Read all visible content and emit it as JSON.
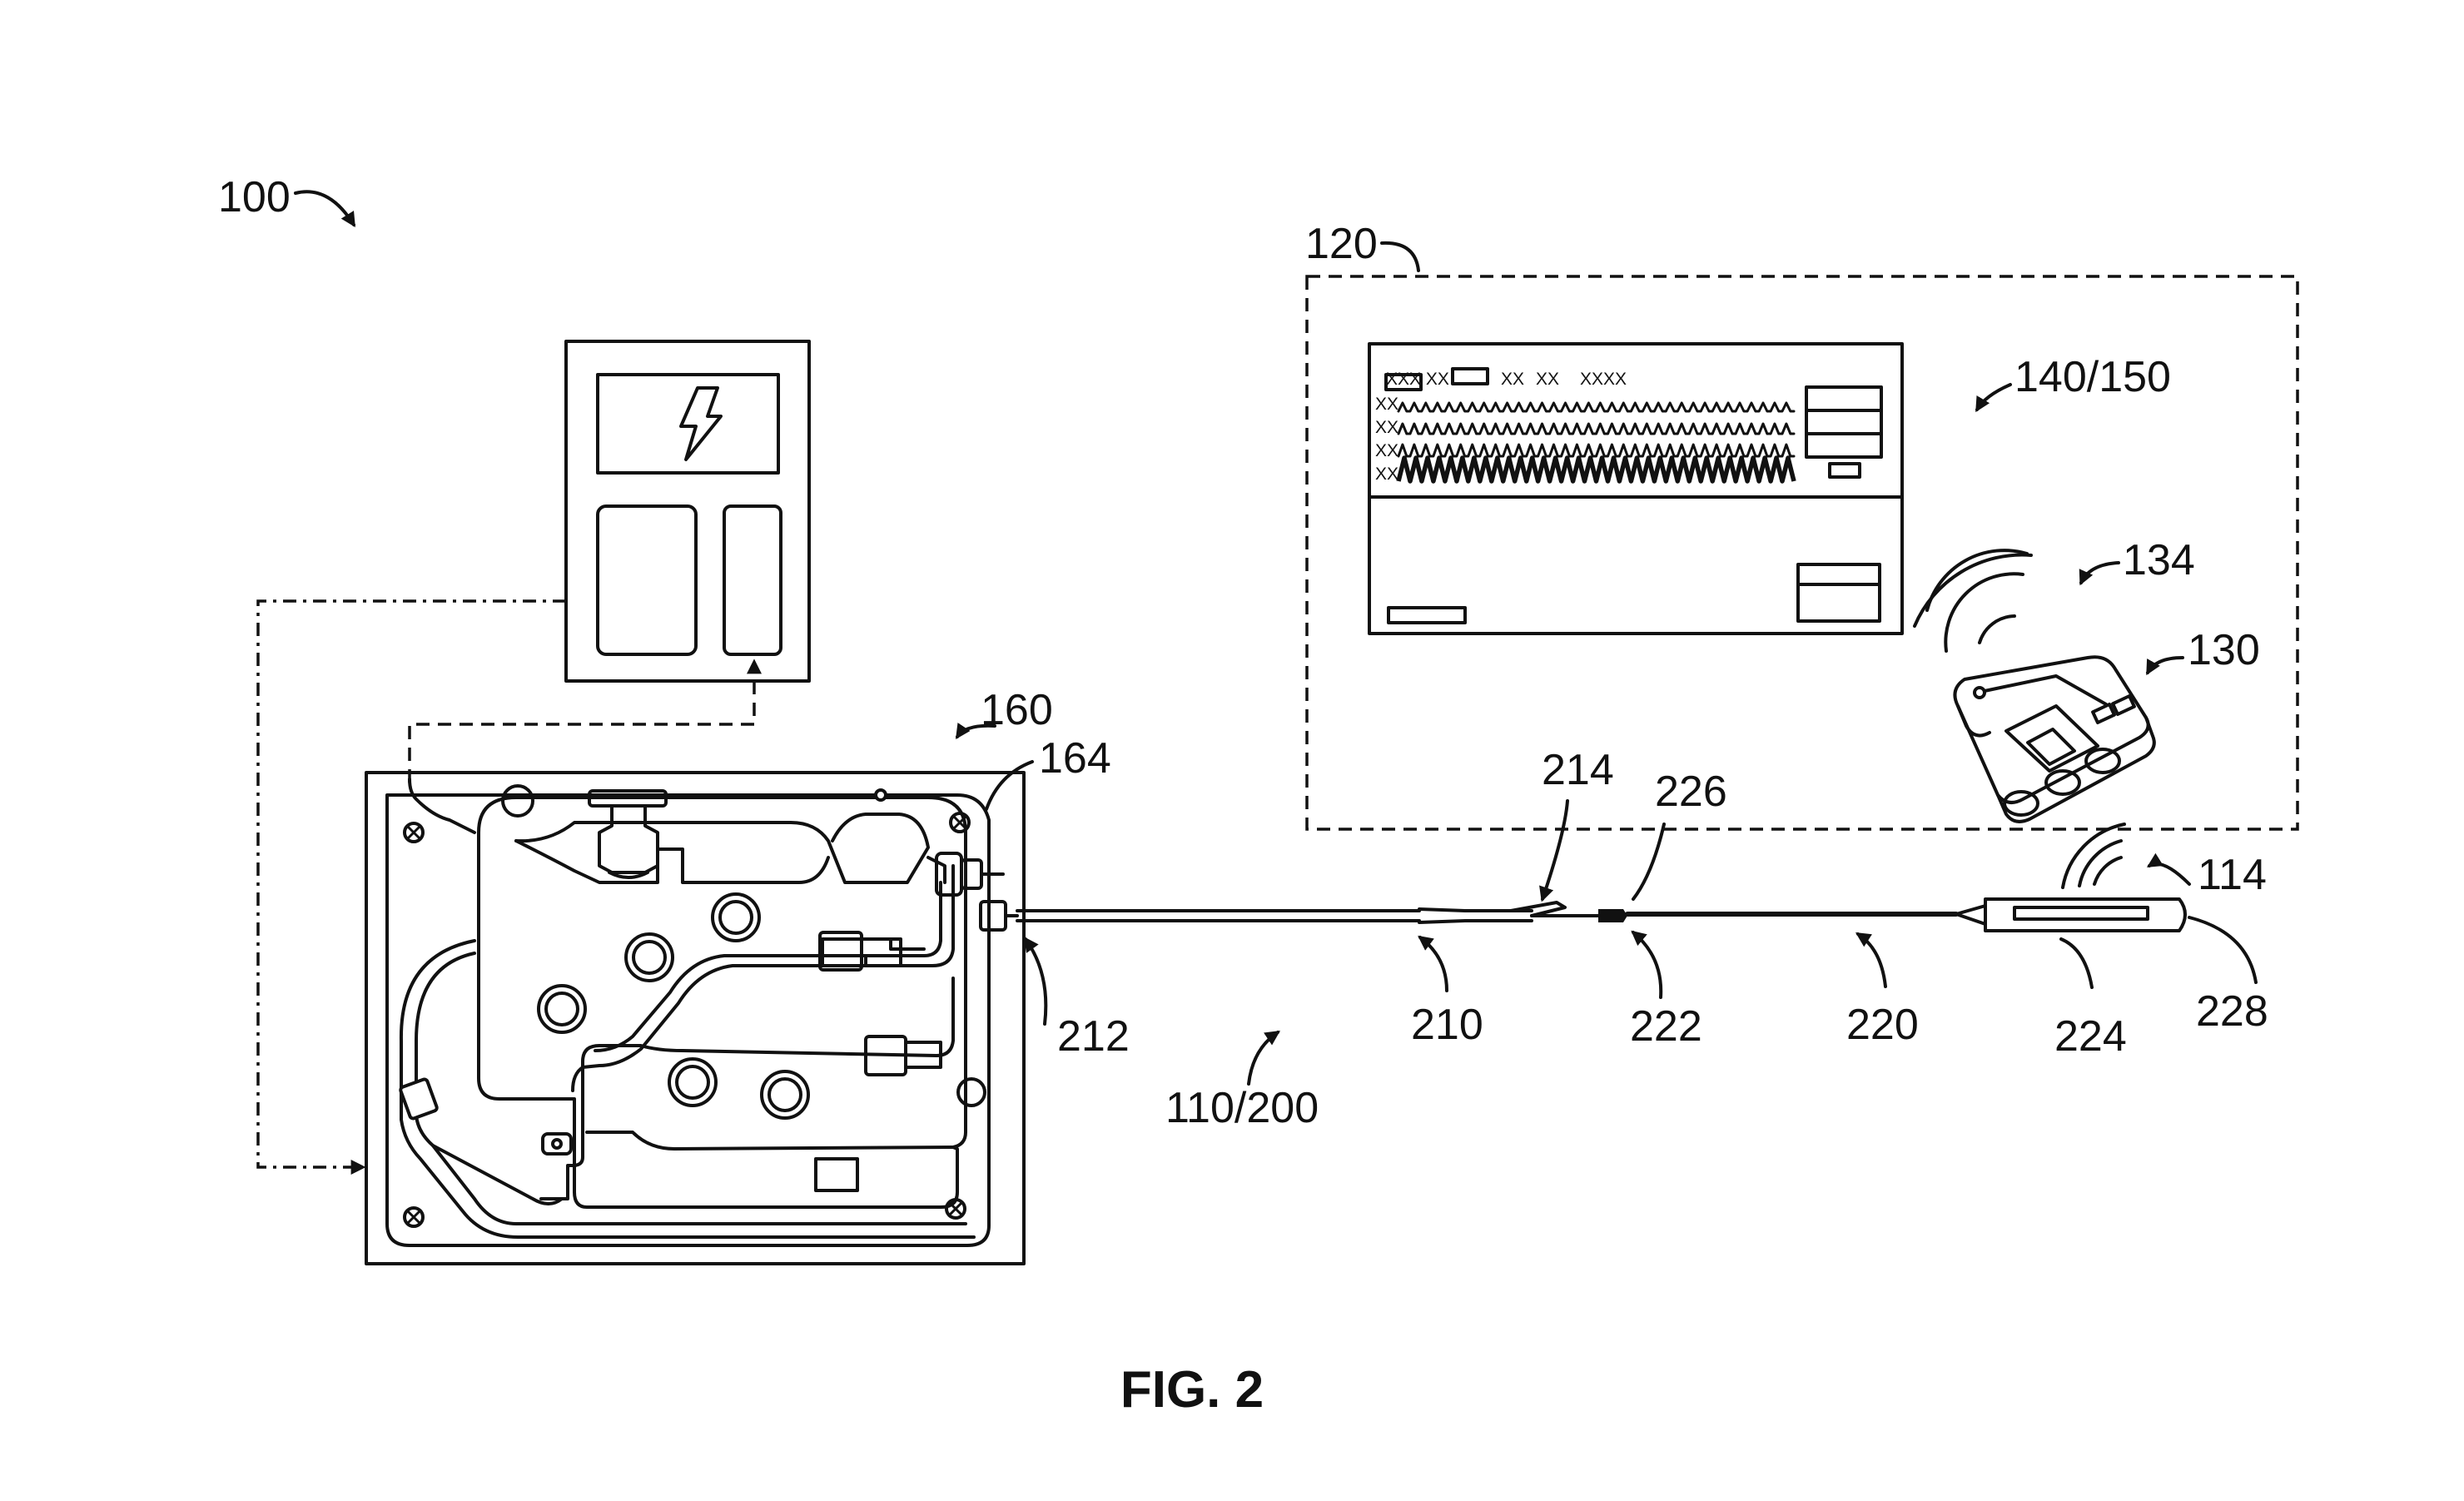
{
  "figure": {
    "caption": "FIG. 2",
    "accent_color": "#111111",
    "background_color": "#ffffff"
  },
  "labels": {
    "system": "100",
    "remote_unit": "120",
    "display": "140/150",
    "wireless_signal_top": "134",
    "handheld_device": "130",
    "wireless_signal_bottom": "114",
    "console": "160",
    "connector": "164",
    "cable_proximal": "212",
    "cable_assembly": "110/200",
    "cable_segment": "210",
    "branch": "214",
    "joint_marker": "226",
    "joint": "222",
    "distal_cable": "220",
    "probe": "224",
    "probe_window": "228"
  },
  "monitor": {
    "header_row": [
      "XXX XX",
      "XX",
      "XX",
      "XXXX"
    ],
    "row_labels": [
      "XX",
      "XX",
      "XX",
      "XX"
    ]
  },
  "icons": {
    "power_unit": "lightning-bolt-icon",
    "signal": "wireless-waves-icon"
  }
}
